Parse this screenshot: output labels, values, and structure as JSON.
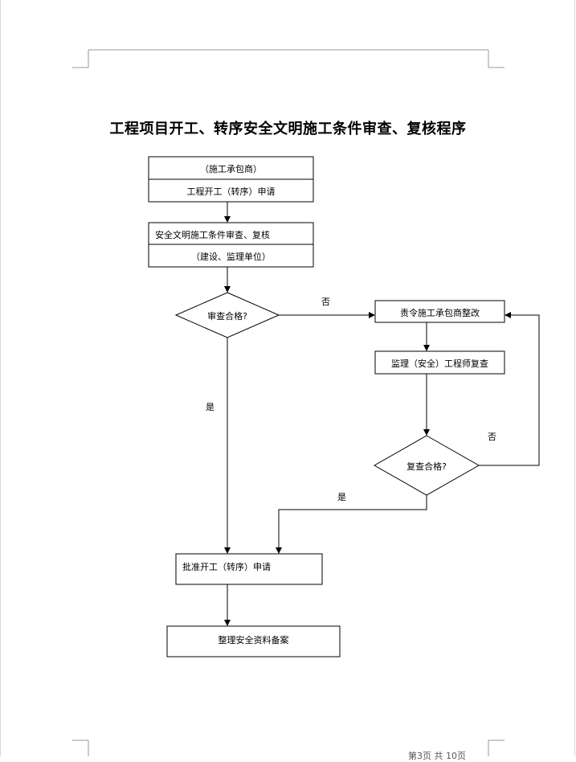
{
  "title": "工程项目开工、转序安全文明施工条件审查、复核程序",
  "boxes": {
    "contractor": "（施工承包商）",
    "apply": "工程开工（转序）申请",
    "review": "安全文明施工条件审查、复核",
    "review_units": "（建设、监理单位）",
    "rectify": "责令施工承包商整改",
    "recheck": "监理（安全）工程师复查",
    "approve": "批准开工（转序）申请",
    "archive": "整理安全资料备案"
  },
  "decisions": {
    "review_pass": "审查合格?",
    "recheck_pass": "复查合格?"
  },
  "labels": {
    "no": "否",
    "yes": "是"
  },
  "footer": "第3页 共 10页"
}
